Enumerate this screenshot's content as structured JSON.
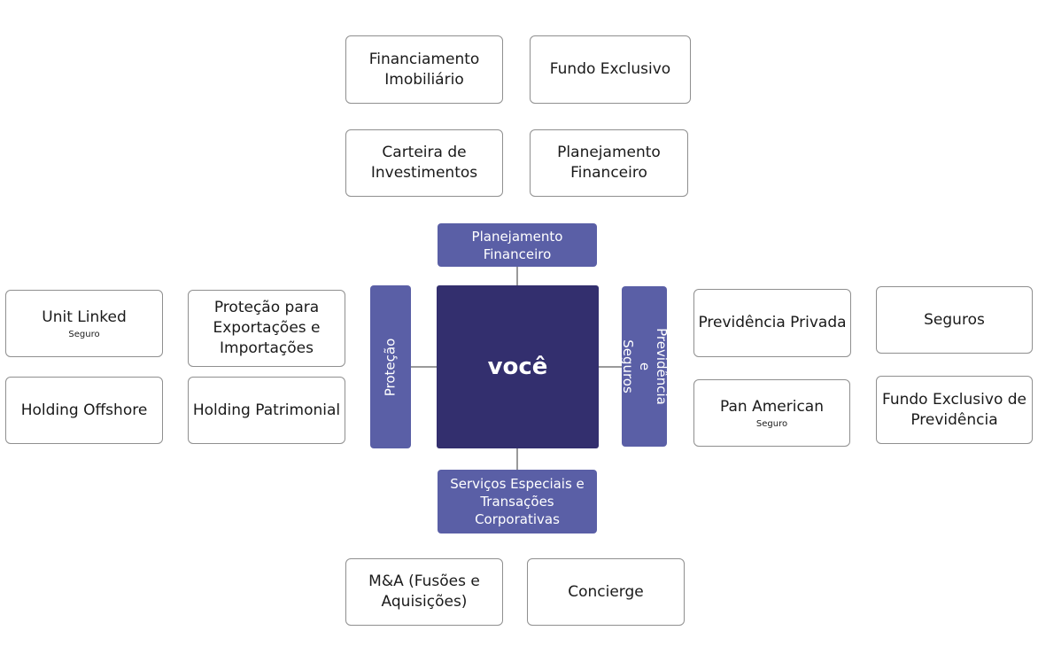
{
  "center": {
    "label": "você"
  },
  "categories": {
    "top": "Planejamento\nFinanceiro",
    "left": "Proteção",
    "right": "Previdência e\nSeguros",
    "bottom": "Serviços Especiais e\nTransações\nCorporativas"
  },
  "boxes": {
    "financiamento": {
      "title": "Financiamento\nImobiliário"
    },
    "fundo_exclusivo": {
      "title": "Fundo Exclusivo"
    },
    "carteira": {
      "title": "Carteira de\nInvestimentos"
    },
    "planejamento": {
      "title": "Planejamento\nFinanceiro"
    },
    "unit_linked": {
      "title": "Unit Linked",
      "subtitle": "Seguro"
    },
    "protecao_export": {
      "title": "Proteção para\nExportações e\nImportações"
    },
    "holding_offshore": {
      "title": "Holding Offshore"
    },
    "holding_patrimonial": {
      "title": "Holding Patrimonial"
    },
    "previdencia_privada": {
      "title": "Previdência Privada"
    },
    "seguros": {
      "title": "Seguros"
    },
    "pan_american": {
      "title": "Pan American",
      "subtitle": "Seguro"
    },
    "fundo_previdencia": {
      "title": "Fundo Exclusivo de\nPrevidência"
    },
    "ma": {
      "title": "M&A (Fusões e\nAquisições)"
    },
    "concierge": {
      "title": "Concierge"
    }
  },
  "colors": {
    "center": "#332f6e",
    "category": "#5a5fa6",
    "border": "#8f8f8f"
  }
}
